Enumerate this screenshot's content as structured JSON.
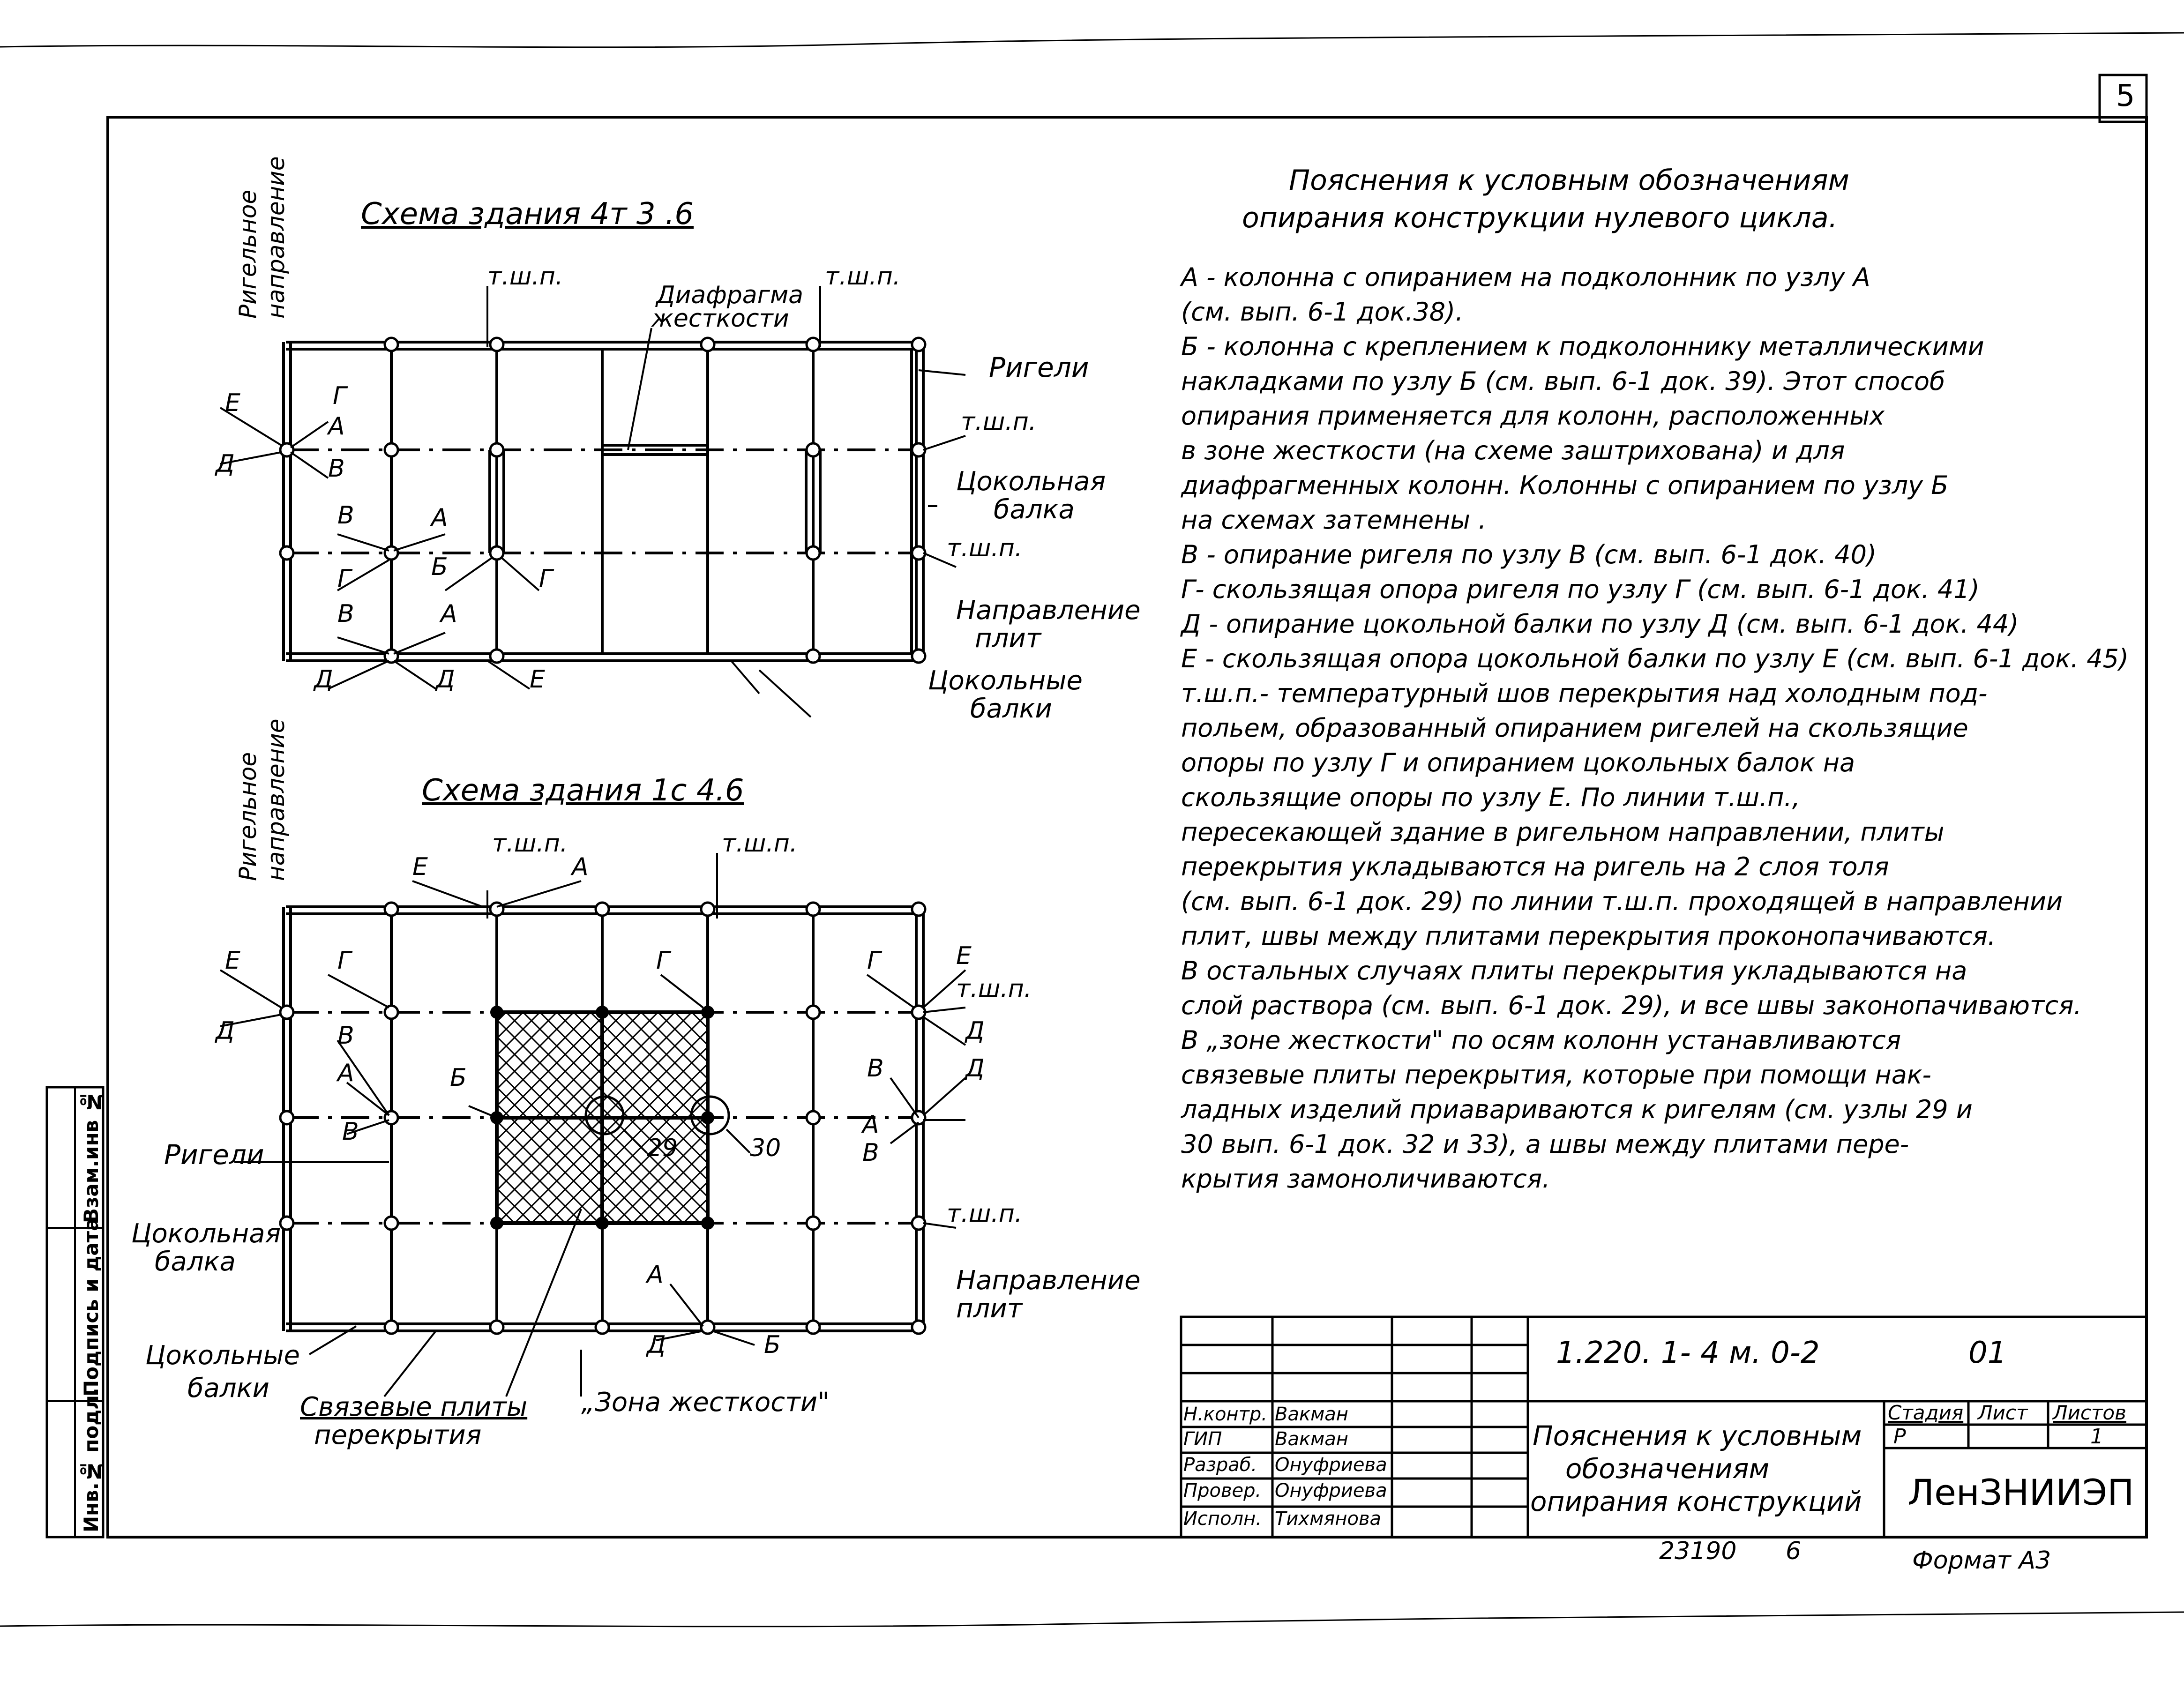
{
  "page_number": "5",
  "scheme_top": {
    "title": "Схема здания  4т 3 .6",
    "rigel_direction": [
      "Ригельное",
      "направление"
    ],
    "labels": {
      "tshp1": "т.ш.п.",
      "tshp2": "т.ш.п.",
      "diaphragm1": "Диафрагма",
      "diaphragm2": "жесткости",
      "rigeli": "Ригели",
      "tshp3": "т.ш.п.",
      "tsokol1": "Цокольная",
      "tsokol2": "балка",
      "tshp4": "т.ш.п.",
      "naprav1": "Направление",
      "naprav2": "плит",
      "tsokolnye1": "Цокольные",
      "tsokolnye2": "балки",
      "E1": "Е",
      "G1": "Г",
      "A1": "А",
      "D1": "Д",
      "V1": "В",
      "V2": "В",
      "A2": "А",
      "G2": "Г",
      "B1": "Б",
      "G3": "Г",
      "V3": "В",
      "A3": "А",
      "D2": "Д",
      "D3": "Д",
      "E2": "Е"
    }
  },
  "scheme_bottom": {
    "title": "Схема здания  1с 4.6",
    "rigel_direction": [
      "Ригельное",
      "направление"
    ],
    "labels": {
      "E1": "Е",
      "tshp1": "т.ш.п.",
      "A1": "А",
      "tshp2": "т.ш.п.",
      "E2": "Е",
      "G1": "Г",
      "G2": "Г",
      "G3": "Г",
      "E3": "Е",
      "tshp3": "т.ш.п.",
      "D1": "Д",
      "V1": "В",
      "A2": "А",
      "B1": "Б",
      "V2": "В",
      "D2": "Д",
      "D3": "Д",
      "A3": "А",
      "V3": "В",
      "V4": "В",
      "rigeli": "Ригели",
      "n29": "29",
      "n30": "30",
      "tshp4": "т.ш.п.",
      "tsokol1": "Цокольная",
      "tsokol2": "балка",
      "A4": "А",
      "naprav1": "Направление",
      "naprav2": "плит",
      "D4": "Д",
      "B2": "Б",
      "tsokolnye1": "Цокольные",
      "tsokolnye2": "балки",
      "svyaz1": "Связевые плиты",
      "svyaz2": "перекрытия",
      "zona": "„Зона жесткости\""
    }
  },
  "explanation": {
    "title": [
      "Пояснения к условным обозначениям",
      "опирания конструкции нулевого  цикла."
    ],
    "lines": [
      "А -  колонна с опиранием на подколонник по узлу А",
      "      (см. вып. 6-1 док.38).",
      "Б -  колонна с креплением к подколоннику металлическими",
      "      накладками по узлу Б (см. вып. 6-1 док. 39). Этот способ",
      "      опирания применяется для колонн, расположенных",
      "      в зоне жесткости (на схеме заштрихована)  и для",
      "      диафрагменных колонн. Колонны с опиранием по узлу Б",
      "      на схемах  затемнены .",
      "В -  опирание ригеля по узлу В (см. вып. 6-1 док. 40)",
      "Г-   скользящая опора ригеля по узлу Г (см. вып. 6-1 док. 41)",
      "Д -  опирание цокольной балки по узлу Д (см. вып. 6-1 док. 44)",
      "Е -  скользящая опора цокольной балки по узлу Е (см. вып. 6-1 док. 45)",
      "т.ш.п.- температурный шов перекрытия над холодным под-",
      "      польем, образованный опиранием ригелей на скользящие",
      "      опоры  по узлу Г и опиранием цокольных  балок на",
      "      скользящие опоры по узлу Е.  По линии  т.ш.п.,",
      "      пересекающей здание в ригельном направлении, плиты",
      "      перекрытия  укладываются на ригель на 2 слоя толя",
      "      (см. вып. 6-1 док. 29) по линии т.ш.п. проходящей в направлении",
      "      плит, швы между плитами перекрытия проконопачиваются.",
      "      В остальных случаях плиты перекрытия укладываются на",
      "      слой раствора (см. вып. 6-1 док. 29), и все швы законопачиваются.",
      "          В „зоне жесткости\" по осям колонн устанавливаются",
      "      связевые плиты перекрытия, которые при помощи нак-",
      "      ладных изделий приавариваются к ригелям (см. узлы 29 и",
      "      30 вып. 6-1 док. 32 и 33), а швы между плитами пере-",
      "      крытия  замоноличиваются."
    ]
  },
  "side_stamp": [
    "Инв.№ подл.",
    "Подпись и дата",
    "Взам.инв №"
  ],
  "title_block": {
    "code": "1.220. 1- 4 м.  0-2",
    "sheet_code": "01",
    "rows": [
      {
        "role": "Н.контр.",
        "name": "Вакман"
      },
      {
        "role": "ГИП",
        "name": "Вакман"
      },
      {
        "role": "Разраб.",
        "name": "Онуфриева"
      },
      {
        "role": "Провер.",
        "name": "Онуфриева"
      },
      {
        "role": "Исполн.",
        "name": "Тихмянова"
      }
    ],
    "doc_title": [
      "Пояснения к условным",
      "обозначениям",
      "опирания конструкций"
    ],
    "stage_header": "Стадия",
    "sheet_header": "Лист",
    "sheets_header": "Листов",
    "stage": "Р",
    "sheet": "",
    "sheets": "1",
    "org": "ЛенЗНИИЭП",
    "bottom_num": "23190",
    "bottom_num2": "6",
    "format": "Формат А3"
  },
  "colors": {
    "ink": "#000000",
    "paper": "#ffffff"
  }
}
